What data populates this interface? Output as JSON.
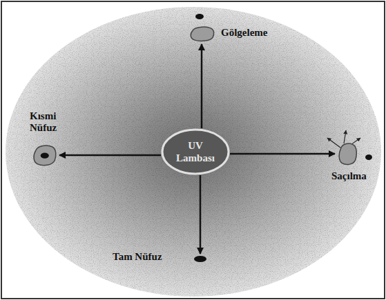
{
  "diagram": {
    "nodes": [
      {
        "text": [
          "Gölgeleme"
        ]
      },
      {
        "text": [
          "Kısmi Nüfuz"
        ]
      },
      {
        "text": [
          "UV Lambası"
        ]
      },
      {
        "text": [
          "Saçılma"
        ]
      },
      {
        "text": [
          "Tam Nüfuz"
        ]
      }
    ],
    "edges": [
      {
        "from": 2,
        "to": 0,
        "arrow": "to"
      },
      {
        "from": 2,
        "to": 1,
        "arrow": "to"
      },
      {
        "from": 2,
        "to": 3,
        "arrow": "to"
      },
      {
        "from": 2,
        "to": 4,
        "arrow": "to"
      }
    ]
  }
}
